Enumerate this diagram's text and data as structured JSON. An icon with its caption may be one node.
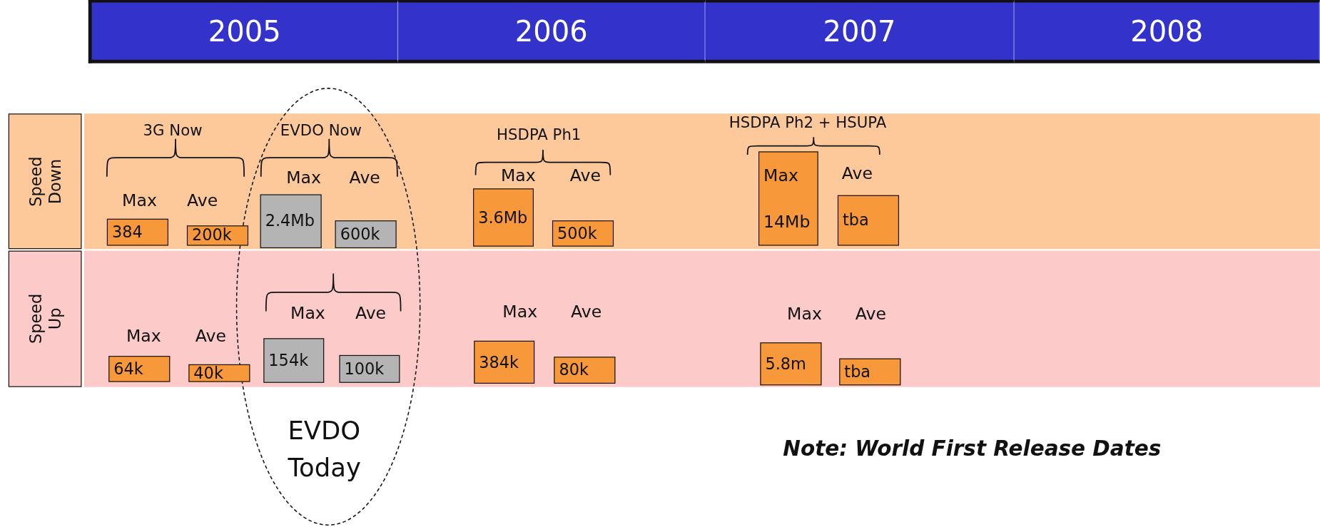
{
  "diagram": {
    "nodes": [
      {
        "text": [
          "2005"
        ]
      },
      {
        "text": [
          "2006"
        ]
      },
      {
        "text": [
          "2007"
        ]
      },
      {
        "text": [
          "2008"
        ]
      },
      {
        "text": [
          "Speed Down"
        ]
      },
      {
        "text": [
          "Speed Up"
        ]
      },
      {
        "text": [
          "EVDO Today"
        ]
      },
      {
        "text": [
          "384"
        ]
      },
      {
        "text": [
          "200k"
        ]
      },
      {
        "text": [
          "2.4Mb"
        ],
        "in": 6
      },
      {
        "text": [
          "600k"
        ],
        "in": 6
      },
      {
        "text": [
          "3.6Mb"
        ]
      },
      {
        "text": [
          "500k"
        ]
      },
      {
        "text": [
          "Max",
          "14Mb"
        ]
      },
      {
        "text": [
          "tba"
        ]
      },
      {
        "text": [
          "64k"
        ]
      },
      {
        "text": [
          "40k"
        ]
      },
      {
        "text": [
          "154k"
        ],
        "in": 6
      },
      {
        "text": [
          "100k"
        ],
        "in": 6
      },
      {
        "text": [
          "384k"
        ]
      },
      {
        "text": [
          "80k"
        ]
      },
      {
        "text": [
          "5.8m"
        ]
      },
      {
        "text": [
          "tba"
        ]
      }
    ],
    "labels": [
      "3G Now",
      "EVDO Now",
      "HSDPA Ph1",
      "HSDPA Ph2 + HSUPA",
      "Max",
      "Ave",
      "Max",
      "Ave",
      "Max",
      "Ave",
      "Ave",
      "Max",
      "Ave",
      "Max",
      "Ave",
      "Max",
      "Ave",
      "Max",
      "Ave",
      "Note: World First Release Dates"
    ]
  }
}
